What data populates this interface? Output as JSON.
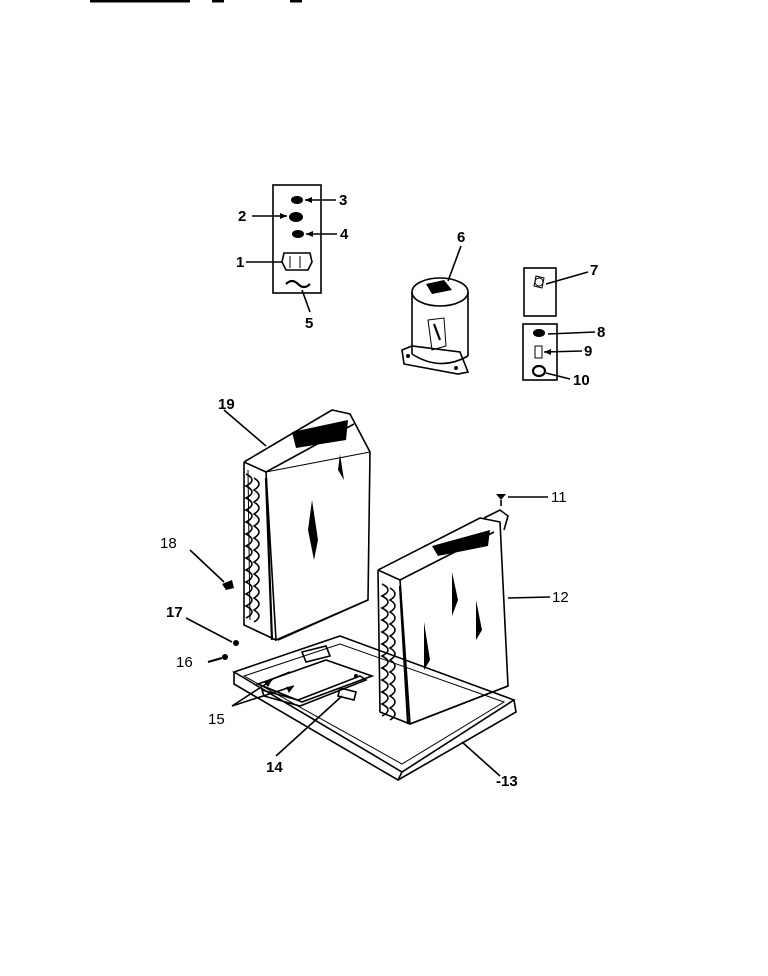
{
  "callouts": {
    "c1": "1",
    "c2": "2",
    "c3": "3",
    "c4": "4",
    "c5": "5",
    "c6": "6",
    "c7": "7",
    "c8": "8",
    "c9": "9",
    "c10": "10",
    "c11": "11",
    "c12": "12",
    "c13": "-13",
    "c14": "14",
    "c15": "15",
    "c16": "16",
    "c17": "17",
    "c18": "18",
    "c19": "19"
  }
}
